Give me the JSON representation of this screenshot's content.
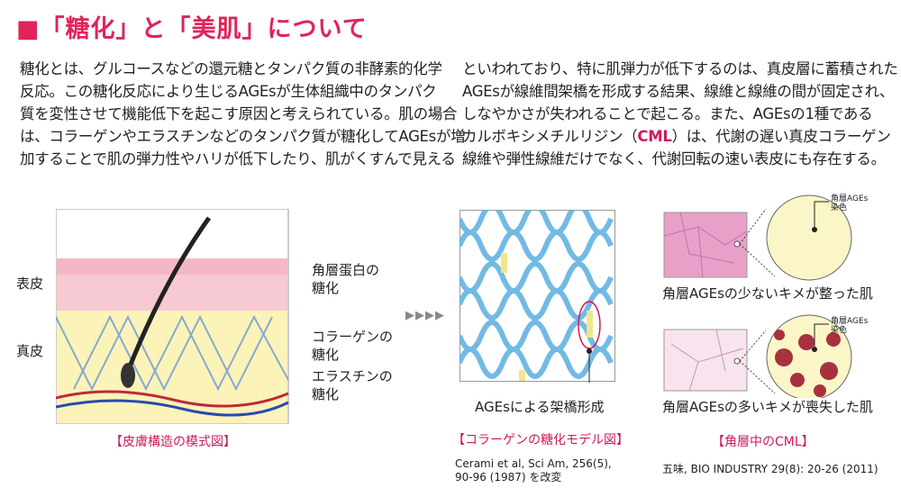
{
  "title": "■「糖化」と「美肌」について",
  "body_left": [
    "糖化とは、グルコースなどの還元糖とタンパク質の非酵素的化学",
    "反応。この糖化反応により生じるAGEsが生体組織中のタンパク",
    "質を変性させて機能低下を起こす原因と考えられている。肌の場合",
    "は、コラーゲンやエラスチンなどのタンパク質が糖化してAGEsが増",
    "加することで肌の弾力性やハリが低下したり、肌がくすんで見える"
  ],
  "body_right": [
    "といわれており、特に肌弾力が低下するのは、真皮層に蓄積された",
    "AGEsが線維間架橋を形成する結果、線維と線維の間が固定され、",
    "しなやかさが失われることで起こる。また、AGEsの1種である",
    {
      "pre": "カルボキシメチルリジン（",
      "em": "CML",
      "post": "）は、代謝の遅い真皮コラーゲン"
    },
    "線維や弾性線維だけでなく、代謝回転の速い表皮にも存在する。"
  ],
  "skin_figure": {
    "left_labels": [
      "表皮",
      "真皮"
    ],
    "right_labels": [
      [
        "角層蛋白の",
        "糖化"
      ],
      [
        "コラーゲンの",
        "糖化"
      ],
      [
        "エラスチンの",
        "糖化"
      ]
    ],
    "caption": "【皮膚構造の模式図】"
  },
  "collagen_figure": {
    "arrow": "▶▶▶▶",
    "label": "AGEsによる架橋形成",
    "caption": "【コラーゲンの糖化モデル図】",
    "citation": [
      "Cerami et al, Sci Am, 256(5),",
      "90-96 (1987) を改変"
    ]
  },
  "cml_figure": {
    "stain_label": [
      "角層AGEs",
      "染色"
    ],
    "top_label": "角層AGEsの少ないキメが整った肌",
    "bottom_label": "角層AGEsの多いキメが喪失した肌",
    "caption": "【角層中のCML】",
    "citation": "五味, BIO INDUSTRY 29(8): 20-26 (2011)"
  }
}
